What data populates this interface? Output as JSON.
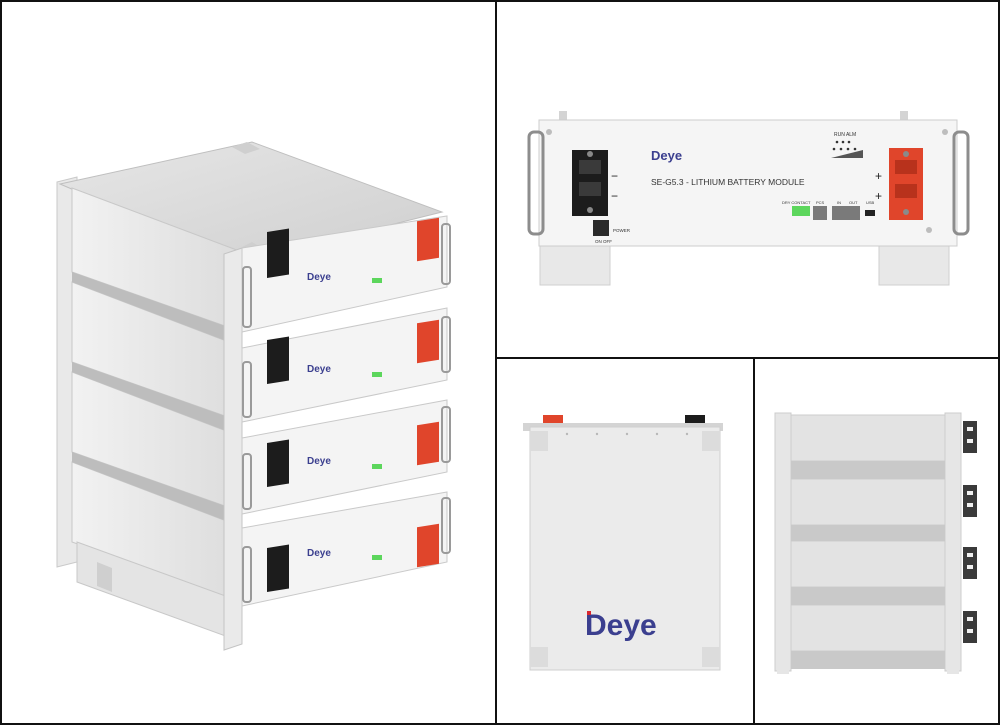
{
  "brand": {
    "logo_text": "Deye",
    "logo_color": "#3b3f8f",
    "logo_accent": "#d8262e"
  },
  "front_panel": {
    "model_line": "SE-G5.3 - LITHIUM BATTERY MODULE",
    "run_alm": "RUN ALM",
    "power": "POWER",
    "on_off": "ON OFF",
    "dry_contact": "DRY CONTACT",
    "pcs": "PCS",
    "in": "IN",
    "out": "OUT",
    "usb": "USB",
    "minus_sign": "−",
    "plus_sign": "+"
  },
  "colors": {
    "terminal_red": "#e0452b",
    "terminal_black": "#1c1c1c",
    "body_light": "#ededed",
    "body_mid": "#d6d6d6",
    "body_dark": "#bdbdbd",
    "indicator_green": "#5cd65c",
    "frame_border": "#111111"
  }
}
